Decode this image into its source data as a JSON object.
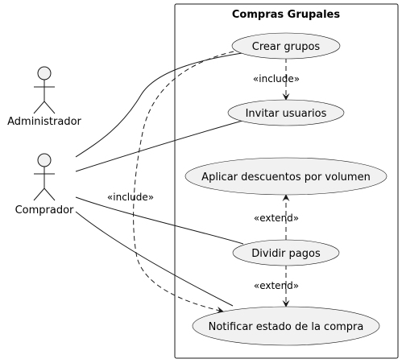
{
  "system": {
    "title": "Compras Grupales"
  },
  "actors": {
    "admin": {
      "label": "Administrador"
    },
    "buyer": {
      "label": "Comprador"
    }
  },
  "use_cases": {
    "crear": "Crear grupos",
    "invitar": "Invitar usuarios",
    "aplicar": "Aplicar descuentos por volumen",
    "dividir": "Dividir pagos",
    "notificar": "Notificar estado de la compra"
  },
  "relations": {
    "include_label": "«include»",
    "extend_label": "«extend»"
  },
  "colors": {
    "fill": "#f1f1f1",
    "stroke": "#181818",
    "background": "#ffffff"
  }
}
